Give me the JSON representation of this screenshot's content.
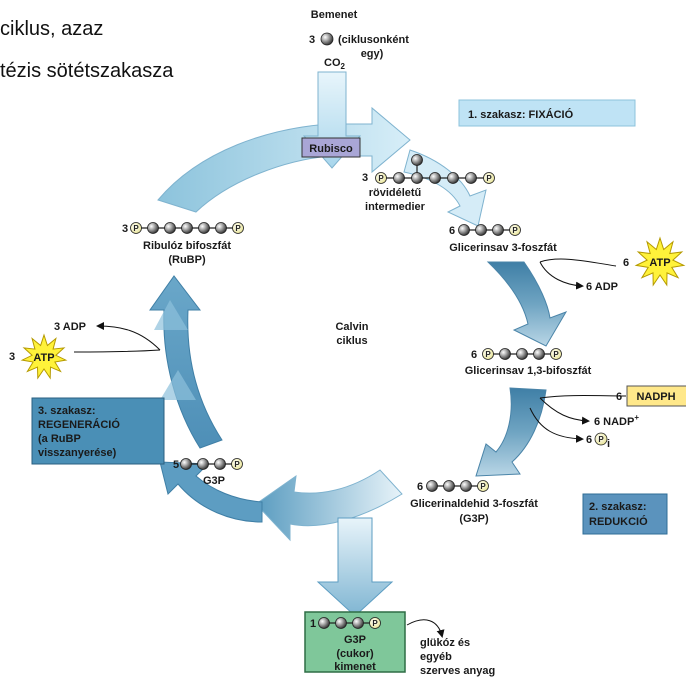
{
  "header": {
    "line1": "ciklus, azaz",
    "line2": "tézis sötétszakasza"
  },
  "input": {
    "title": "Bemenet",
    "count": "3",
    "desc_line1": "(ciklusonként",
    "desc_line2": "egy)",
    "molecule": "CO",
    "molecule_sub": "2"
  },
  "enzyme": {
    "label": "Rubisco"
  },
  "stage1": {
    "label": "1. szakasz: FIXÁCIÓ"
  },
  "stage2": {
    "line1": "2. szakasz:",
    "line2": "REDUKCIÓ"
  },
  "stage3": {
    "line1": "3. szakasz:",
    "line2": "REGENERÁCIÓ",
    "line3": "(a RuBP",
    "line4": "visszanyerése)"
  },
  "intermediate": {
    "count": "3",
    "line1": "rövidéletű",
    "line2": "intermedier"
  },
  "glycerate3p": {
    "count": "6",
    "label": "Glicerinsav 3-foszfát"
  },
  "glycerate13bp": {
    "count": "6",
    "label": "Glicerinsav 1,3-bifoszfát"
  },
  "g3p_main": {
    "count": "6",
    "line1": "Glicerinaldehid 3-foszfát",
    "line2": "(G3P)"
  },
  "g3p_recycle": {
    "count": "5",
    "label": "G3P"
  },
  "rubp": {
    "count": "3",
    "line1": "Ribulóz bifoszfát",
    "line2": "(RuBP)"
  },
  "center": {
    "line1": "Calvin",
    "line2": "ciklus"
  },
  "atp_right": {
    "count": "6",
    "label": "ATP",
    "product": "6 ADP"
  },
  "nadph": {
    "count": "6",
    "label": "NADPH",
    "product1": "6 NADP",
    "product1_sup": "+",
    "product2_count": "6",
    "product2": "P",
    "product2_sub": "i"
  },
  "atp_left": {
    "count": "3",
    "label": "ATP",
    "product": "3 ADP"
  },
  "output": {
    "count": "1",
    "line1": "G3P",
    "line2": "(cukor)",
    "line3": "kimenet",
    "dest_line1": "glükóz és",
    "dest_line2": "egyéb",
    "dest_line3": "szerves anyag"
  },
  "phosphate_symbol": "P",
  "colors": {
    "arrow_light": "#bfe3f2",
    "arrow_dark": "#6aaac8",
    "stage_box": "#bfe3f5",
    "stage_dark_box": "#4a8fb6",
    "rubisco_box": "#a9a6d6",
    "nadph_box": "#ffe88a",
    "output_box": "#7fc79a",
    "atp_star": "#fff23a"
  }
}
